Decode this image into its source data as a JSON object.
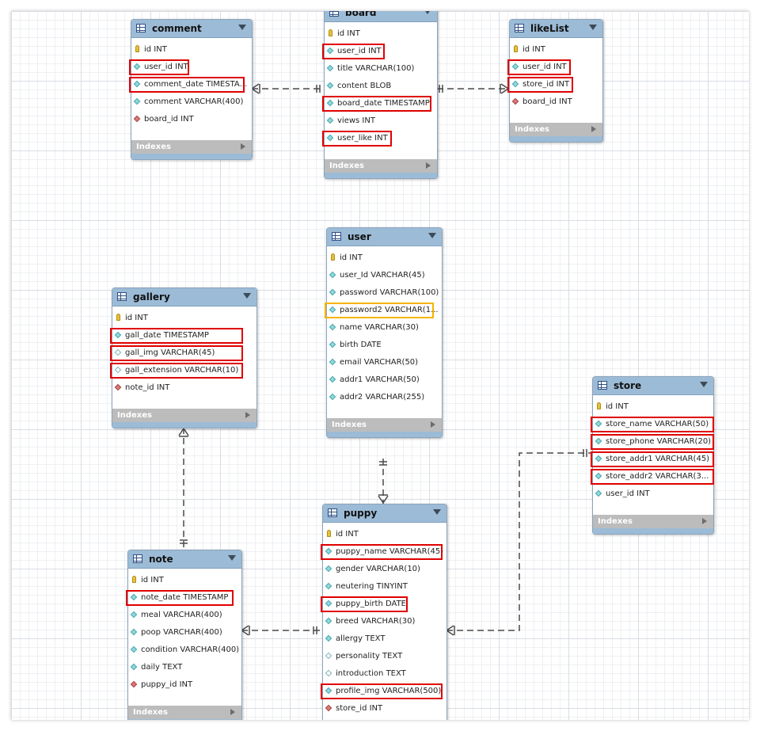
{
  "tables": [
    {
      "id": "comment",
      "title": "comment",
      "indexes_label": "Indexes",
      "columns": [
        {
          "text": "id INT",
          "kind": "pk"
        },
        {
          "text": "user_id INT",
          "kind": "col",
          "highlight": "red"
        },
        {
          "text": "comment_date TIMESTA...",
          "kind": "col",
          "highlight": "red"
        },
        {
          "text": "comment VARCHAR(400)",
          "kind": "col"
        },
        {
          "text": "board_id INT",
          "kind": "fk"
        }
      ]
    },
    {
      "id": "board",
      "title": "board",
      "indexes_label": "Indexes",
      "columns": [
        {
          "text": "id INT",
          "kind": "pk"
        },
        {
          "text": "user_id INT",
          "kind": "col",
          "highlight": "red"
        },
        {
          "text": "title VARCHAR(100)",
          "kind": "col"
        },
        {
          "text": "content BLOB",
          "kind": "col"
        },
        {
          "text": "board_date TIMESTAMP",
          "kind": "col",
          "highlight": "red"
        },
        {
          "text": "views INT",
          "kind": "col"
        },
        {
          "text": "user_like INT",
          "kind": "col",
          "highlight": "red"
        }
      ]
    },
    {
      "id": "likelist",
      "title": "likeList",
      "indexes_label": "Indexes",
      "columns": [
        {
          "text": "id INT",
          "kind": "pk"
        },
        {
          "text": "user_id INT",
          "kind": "col",
          "highlight": "red"
        },
        {
          "text": "store_id INT",
          "kind": "col",
          "highlight": "red"
        },
        {
          "text": "board_id INT",
          "kind": "fk"
        }
      ]
    },
    {
      "id": "user",
      "title": "user",
      "indexes_label": "Indexes",
      "columns": [
        {
          "text": "id INT",
          "kind": "pk"
        },
        {
          "text": "user_Id VARCHAR(45)",
          "kind": "col"
        },
        {
          "text": "password VARCHAR(100)",
          "kind": "col"
        },
        {
          "text": "password2 VARCHAR(1...",
          "kind": "col",
          "highlight": "orange"
        },
        {
          "text": "name VARCHAR(30)",
          "kind": "col"
        },
        {
          "text": "birth DATE",
          "kind": "col"
        },
        {
          "text": "email VARCHAR(50)",
          "kind": "col"
        },
        {
          "text": "addr1 VARCHAR(50)",
          "kind": "col"
        },
        {
          "text": "addr2 VARCHAR(255)",
          "kind": "col"
        }
      ]
    },
    {
      "id": "gallery",
      "title": "gallery",
      "indexes_label": "Indexes",
      "columns": [
        {
          "text": "id INT",
          "kind": "pk"
        },
        {
          "text": "gall_date TIMESTAMP",
          "kind": "col",
          "highlight": "red"
        },
        {
          "text": "gall_img VARCHAR(45)",
          "kind": "nullable",
          "highlight": "red"
        },
        {
          "text": "gall_extension VARCHAR(10)",
          "kind": "nullable",
          "highlight": "red"
        },
        {
          "text": "note_id INT",
          "kind": "fk"
        }
      ]
    },
    {
      "id": "store",
      "title": "store",
      "indexes_label": "Indexes",
      "columns": [
        {
          "text": "id INT",
          "kind": "pk"
        },
        {
          "text": "store_name VARCHAR(50)",
          "kind": "col",
          "highlight": "red"
        },
        {
          "text": "store_phone VARCHAR(20)",
          "kind": "col",
          "highlight": "red"
        },
        {
          "text": "store_addr1 VARCHAR(45)",
          "kind": "col",
          "highlight": "red"
        },
        {
          "text": "store_addr2 VARCHAR(3...",
          "kind": "col",
          "highlight": "red"
        },
        {
          "text": "user_id INT",
          "kind": "col"
        }
      ]
    },
    {
      "id": "note",
      "title": "note",
      "indexes_label": "Indexes",
      "columns": [
        {
          "text": "id INT",
          "kind": "pk"
        },
        {
          "text": "note_date TIMESTAMP",
          "kind": "col",
          "highlight": "red"
        },
        {
          "text": "meal VARCHAR(400)",
          "kind": "col"
        },
        {
          "text": "poop VARCHAR(400)",
          "kind": "col"
        },
        {
          "text": "condition VARCHAR(400)",
          "kind": "col"
        },
        {
          "text": "daily TEXT",
          "kind": "col"
        },
        {
          "text": "puppy_id INT",
          "kind": "fk"
        }
      ]
    },
    {
      "id": "puppy",
      "title": "puppy",
      "indexes_label": "",
      "columns": [
        {
          "text": "id INT",
          "kind": "pk"
        },
        {
          "text": "puppy_name VARCHAR(45)",
          "kind": "col",
          "highlight": "red"
        },
        {
          "text": "gender VARCHAR(10)",
          "kind": "col"
        },
        {
          "text": "neutering TINYINT",
          "kind": "col"
        },
        {
          "text": "puppy_birth DATE",
          "kind": "col",
          "highlight": "red"
        },
        {
          "text": "breed VARCHAR(30)",
          "kind": "col"
        },
        {
          "text": "allergy TEXT",
          "kind": "col"
        },
        {
          "text": "personality TEXT",
          "kind": "nullable"
        },
        {
          "text": "introduction TEXT",
          "kind": "nullable"
        },
        {
          "text": "profile_img VARCHAR(500)",
          "kind": "col",
          "highlight": "red"
        },
        {
          "text": "store_id INT",
          "kind": "fk"
        }
      ]
    }
  ],
  "colors": {
    "header": "#9cbbd6",
    "highlight_red": "#e00000",
    "highlight_orange": "#f5b400",
    "connector": "#4a4a4a"
  }
}
